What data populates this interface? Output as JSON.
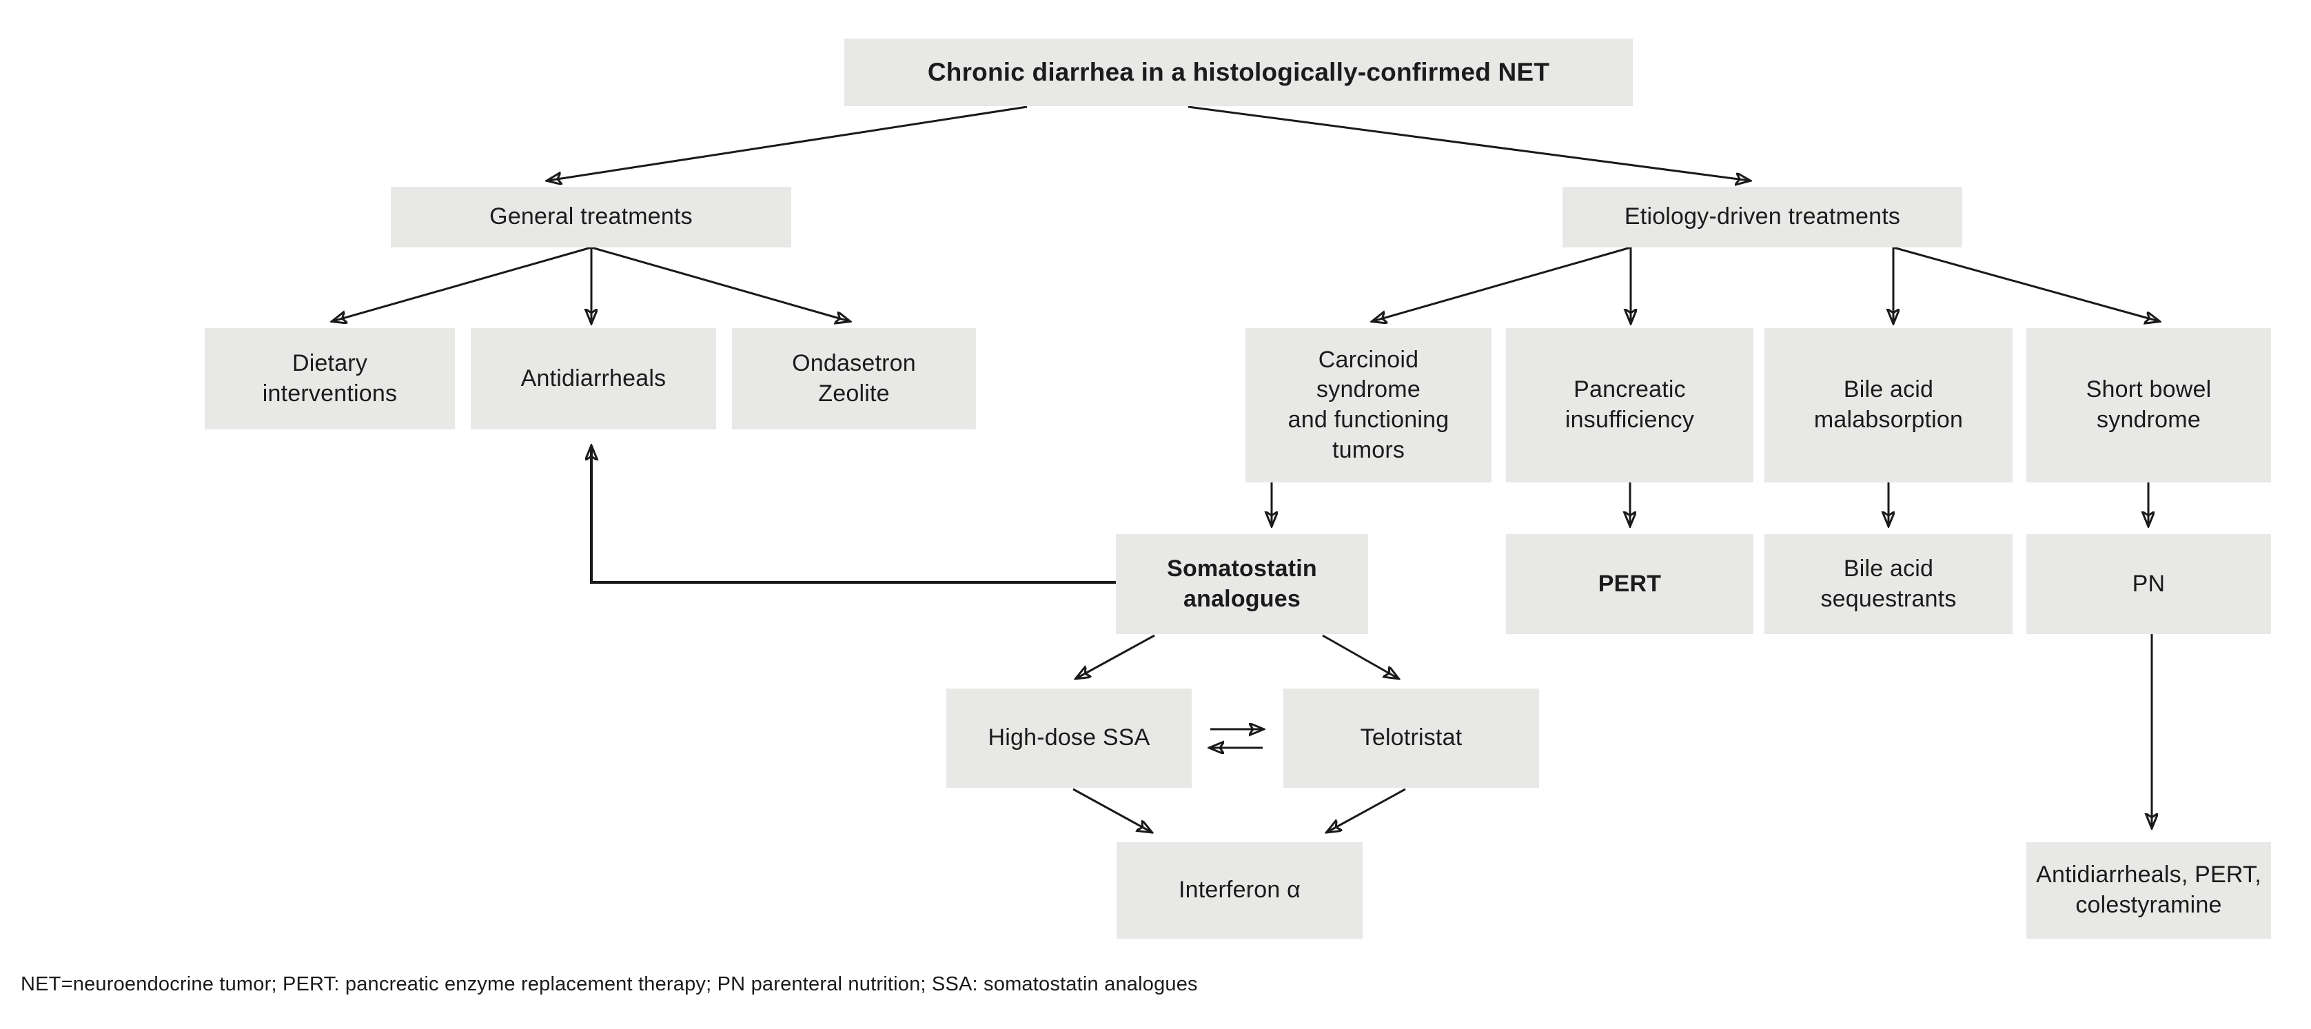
{
  "diagram": {
    "title": "Chronic diarrhea in a histologically-confirmed NET",
    "level1": {
      "general": "General treatments",
      "etiology": "Etiology-driven treatments"
    },
    "general_children": {
      "dietary": "Dietary\ninterventions",
      "antidiarrheals": "Antidiarrheals",
      "ondasetron": "Ondasetron\nZeolite"
    },
    "etiology_children": {
      "carcinoid": "Carcinoid\nsyndrome\nand functioning\ntumors",
      "pancreatic": "Pancreatic\ninsufficiency",
      "bile_malabsorption": "Bile acid\nmalabsorption",
      "short_bowel": "Short bowel\nsyndrome"
    },
    "treatments": {
      "somatostatin": "Somatostatin\nanalogues",
      "pert": "PERT",
      "bile_sequestrants": "Bile acid\nsequestrants",
      "pn": "PN",
      "high_dose_ssa": "High-dose SSA",
      "telotristat": "Telotristat",
      "interferon": "Interferon α",
      "short_bowel_followup": "Antidiarrheals, PERT,\ncolestyramine"
    },
    "footnote": "NET=neuroendocrine tumor; PERT: pancreatic enzyme replacement therapy; PN parenteral nutrition; SSA: somatostatin analogues",
    "colors": {
      "box_fill": "#e8e8e6",
      "line": "#1a1a1a",
      "background": "#ffffff"
    }
  }
}
